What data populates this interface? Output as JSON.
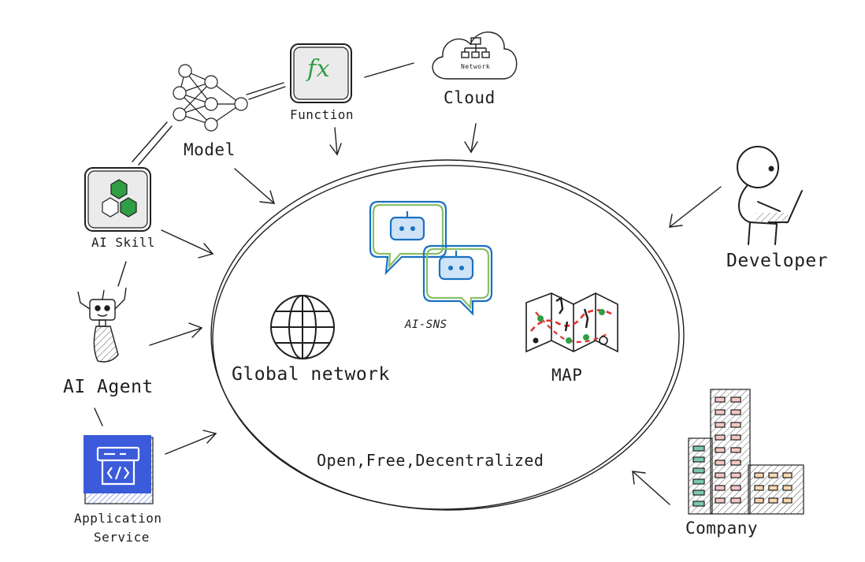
{
  "nodes": {
    "function": {
      "label": "Function",
      "icon_text": "fx",
      "icon": "fx-icon"
    },
    "cloud": {
      "label": "Cloud",
      "inner_text": "Network",
      "icon": "cloud-network-icon"
    },
    "model": {
      "label": "Model",
      "icon": "neural-network-icon"
    },
    "ai_skill": {
      "label": "AI Skill",
      "icon": "hexagon-cluster-icon"
    },
    "ai_agent": {
      "label": "AI Agent",
      "icon": "robot-icon"
    },
    "application_service": {
      "label_line1": "Application",
      "label_line2": "Service",
      "icon": "code-app-icon"
    },
    "developer": {
      "label": "Developer",
      "icon": "developer-laptop-icon"
    },
    "company": {
      "label": "Company",
      "icon": "buildings-icon"
    }
  },
  "hub": {
    "global_network": {
      "label": "Global network",
      "icon": "globe-icon"
    },
    "ai_sns": {
      "label": "AI-SNS",
      "icon": "chat-bots-icon"
    },
    "map": {
      "label": "MAP",
      "icon": "map-icon"
    },
    "tagline": "Open,Free,Decentralized"
  },
  "colors": {
    "ink": "#1e1e1e",
    "skill_green": "#2f9e44",
    "fx_green": "#2f9e44",
    "app_blue": "#3b5bdb",
    "robot_blue": "#1971c2",
    "robot_green": "#8bbf6a",
    "map_red": "#e03131",
    "building_pink": "#d9a4a4",
    "building_teal": "#7ec8b0",
    "building_orange": "#f0a060"
  }
}
